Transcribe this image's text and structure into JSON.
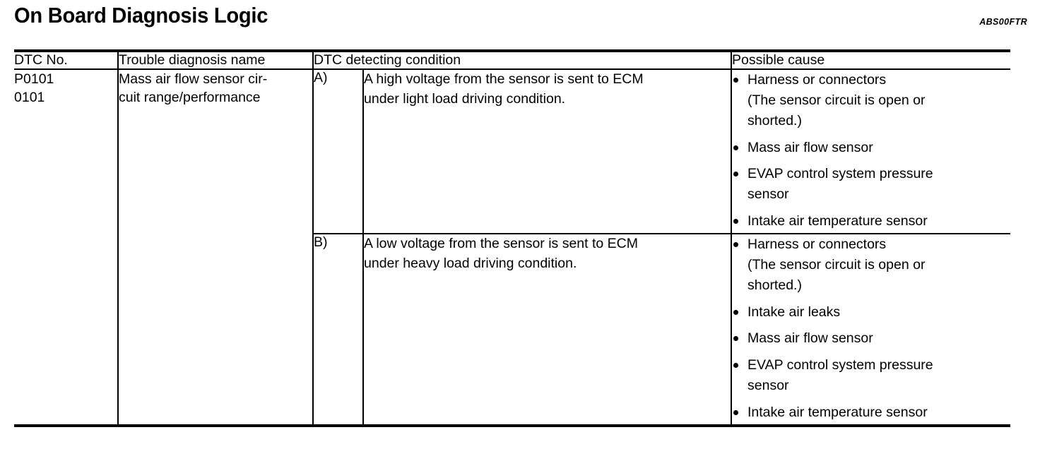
{
  "document": {
    "title": "On Board Diagnosis Logic",
    "reference_code": "ABS00FTR"
  },
  "table": {
    "headers": {
      "dtc_no": "DTC No.",
      "trouble_diagnosis_name": "Trouble diagnosis name",
      "dtc_detecting_condition": "DTC detecting condition",
      "possible_cause": "Possible cause"
    },
    "rows": [
      {
        "dtc_no_line1": "P0101",
        "dtc_no_line2": "0101",
        "trouble_diagnosis_name_line1": "Mass air flow sensor cir-",
        "trouble_diagnosis_name_line2": "cuit range/performance",
        "conditions": [
          {
            "label": "A)",
            "text_line1": "A high voltage from the sensor is sent to ECM",
            "text_line2": "under light load driving condition.",
            "possible_causes": [
              {
                "line1": "Harness or connectors",
                "line2": "(The sensor circuit is open or",
                "line3": "shorted.)"
              },
              {
                "line1": "Mass air flow sensor"
              },
              {
                "line1": "EVAP control system pressure",
                "line2": "sensor"
              },
              {
                "line1": "Intake air temperature sensor"
              }
            ]
          },
          {
            "label": "B)",
            "text_line1": "A low voltage from the sensor is sent to ECM",
            "text_line2": "under heavy load driving condition.",
            "possible_causes": [
              {
                "line1": "Harness or connectors",
                "line2": "(The sensor circuit is open or",
                "line3": "shorted.)"
              },
              {
                "line1": "Intake air leaks"
              },
              {
                "line1": "Mass air flow sensor"
              },
              {
                "line1": "EVAP control system pressure",
                "line2": "sensor"
              },
              {
                "line1": "Intake air temperature sensor"
              }
            ]
          }
        ]
      }
    ]
  },
  "colors": {
    "text": "#000000",
    "background": "#ffffff",
    "rule": "#000000"
  }
}
